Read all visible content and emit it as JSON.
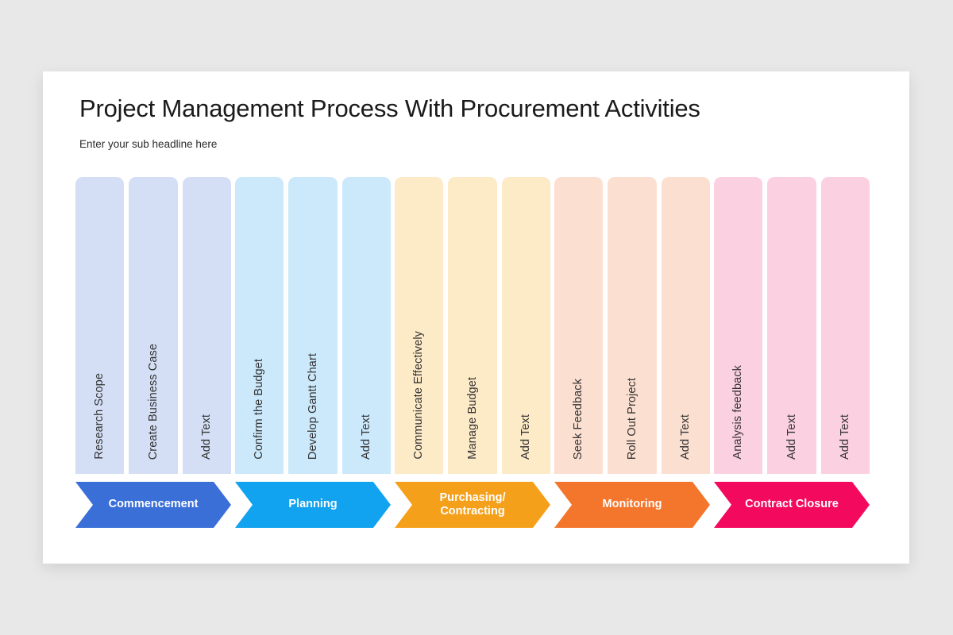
{
  "slide": {
    "title": "Project Management Process With Procurement Activities",
    "subtitle": "Enter your sub headline here",
    "background_color": "#e8e8e8",
    "card_color": "#ffffff"
  },
  "stages": [
    {
      "name": "Commencement",
      "arrow_label": "Commencement",
      "arrow_color": "#3a6fd8",
      "column_color": "#d4dff5",
      "columns": [
        {
          "label": "Research Scope"
        },
        {
          "label": "Create Business Case"
        },
        {
          "label": "Add Text"
        }
      ]
    },
    {
      "name": "Planning",
      "arrow_label": "Planning",
      "arrow_color": "#11a3ef",
      "column_color": "#cbe9fb",
      "columns": [
        {
          "label": "Confirm the Budget"
        },
        {
          "label": "Develop Gantt Chart"
        },
        {
          "label": "Add Text"
        }
      ]
    },
    {
      "name": "Purchasing/Contracting",
      "arrow_label": "Purchasing/\nContracting",
      "arrow_color": "#f5a01b",
      "column_color": "#fdeac7",
      "columns": [
        {
          "label": "Communicate Effectively"
        },
        {
          "label": "Manage Budget"
        },
        {
          "label": "Add Text"
        }
      ]
    },
    {
      "name": "Monitoring",
      "arrow_label": "Monitoring",
      "arrow_color": "#f4762d",
      "column_color": "#fbdfd0",
      "columns": [
        {
          "label": "Seek Feedback"
        },
        {
          "label": "Roll Out Project"
        },
        {
          "label": "Add Text"
        }
      ]
    },
    {
      "name": "Contract Closure",
      "arrow_label": "Contract Closure",
      "arrow_color": "#f30a5f",
      "column_color": "#fbd0e0",
      "columns": [
        {
          "label": "Analysis feedback"
        },
        {
          "label": "Add Text"
        },
        {
          "label": "Add Text"
        }
      ]
    }
  ]
}
